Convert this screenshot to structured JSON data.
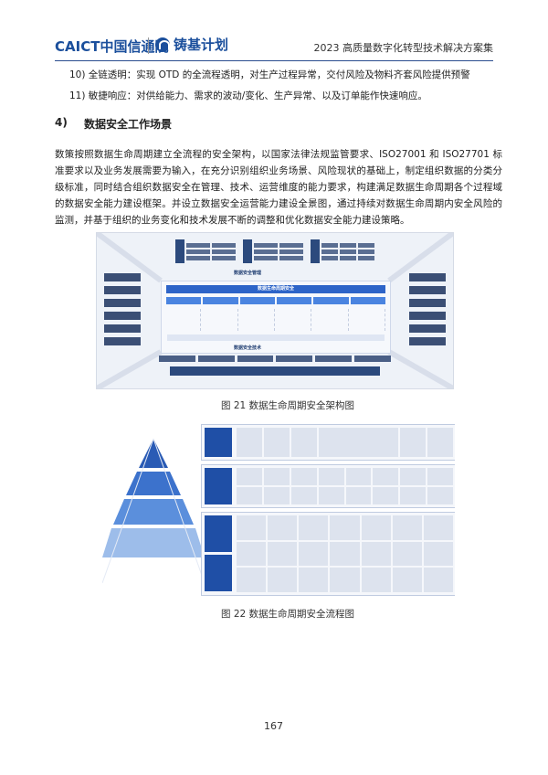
{
  "header": {
    "logo_caict_en": "CAICT",
    "logo_caict_cn": "中国信通院",
    "logo_partner": "铸基计划",
    "doc_title": "2023 高质量数字化转型技术解决方案集"
  },
  "list_items": [
    "10)  全链透明：实现 OTD 的全流程透明，对生产过程异常，交付风险及物料齐套风险提供预警",
    "11)  敏捷响应：对供给能力、需求的波动/变化、生产异常、以及订单能作快速响应。"
  ],
  "section": {
    "number": "4)",
    "title": "数据安全工作场景"
  },
  "paragraph": "数策按照数据生命周期建立全流程的安全架构，以国家法律法规监管要求、ISO27001 和 ISO27701 标准要求以及业务发展需要为输入，在充分识别组织业务场景、风险现状的基础上，制定组织数据的分类分级标准，同时结合组织数据安全在管理、技术、运营维度的能力要求，构建满足数据生命周期各个过程域的数据安全能力建设框架。并设立数据安全运营能力建设全景图，通过持续对数据生命周期内安全风险的监测，并基于组织的业务变化和技术发展不断的调整和优化数据安全能力建设策略。",
  "figure21": {
    "caption": "图  21  数据生命周期安全架构图",
    "mgmt_label": "数据安全管理",
    "core_label": "数据生命周期安全",
    "tech_label": "数据安全技术"
  },
  "figure22": {
    "caption": "图  22  数据生命周期安全流程图"
  },
  "page_number": "167"
}
